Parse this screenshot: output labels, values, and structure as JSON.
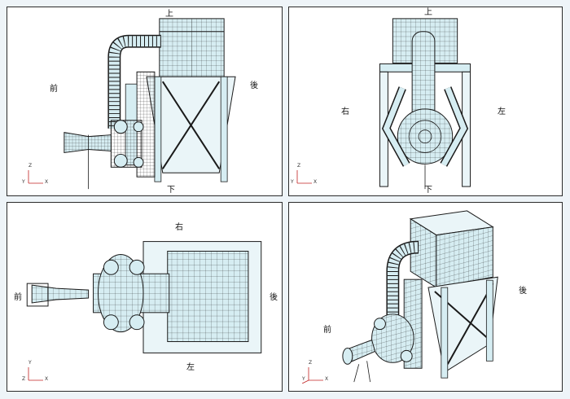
{
  "views": {
    "side": {
      "labels": {
        "top": "上",
        "bottom": "下",
        "left": "前",
        "right": "後"
      },
      "triad": {
        "a1": "Z",
        "a2": "Y",
        "a3": "X"
      }
    },
    "end": {
      "labels": {
        "top": "上",
        "bottom": "下",
        "left": "右",
        "right": "左"
      },
      "triad": {
        "a1": "Z",
        "a2": "Y",
        "a3": "X"
      }
    },
    "plan": {
      "labels": {
        "top": "右",
        "bottom": "左",
        "left": "前",
        "right": "後"
      },
      "triad": {
        "a1": "Y",
        "a2": "Z",
        "a3": "X"
      }
    },
    "iso": {
      "labels": {
        "left": "前",
        "right": "後"
      },
      "triad": {
        "a1": "Z",
        "a2": "Y",
        "a3": "X"
      }
    }
  },
  "colors": {
    "line": "#1a1a1a",
    "fill": "#d6edf2",
    "frame": "#2b2b2b",
    "axis_red": "#c02020"
  }
}
